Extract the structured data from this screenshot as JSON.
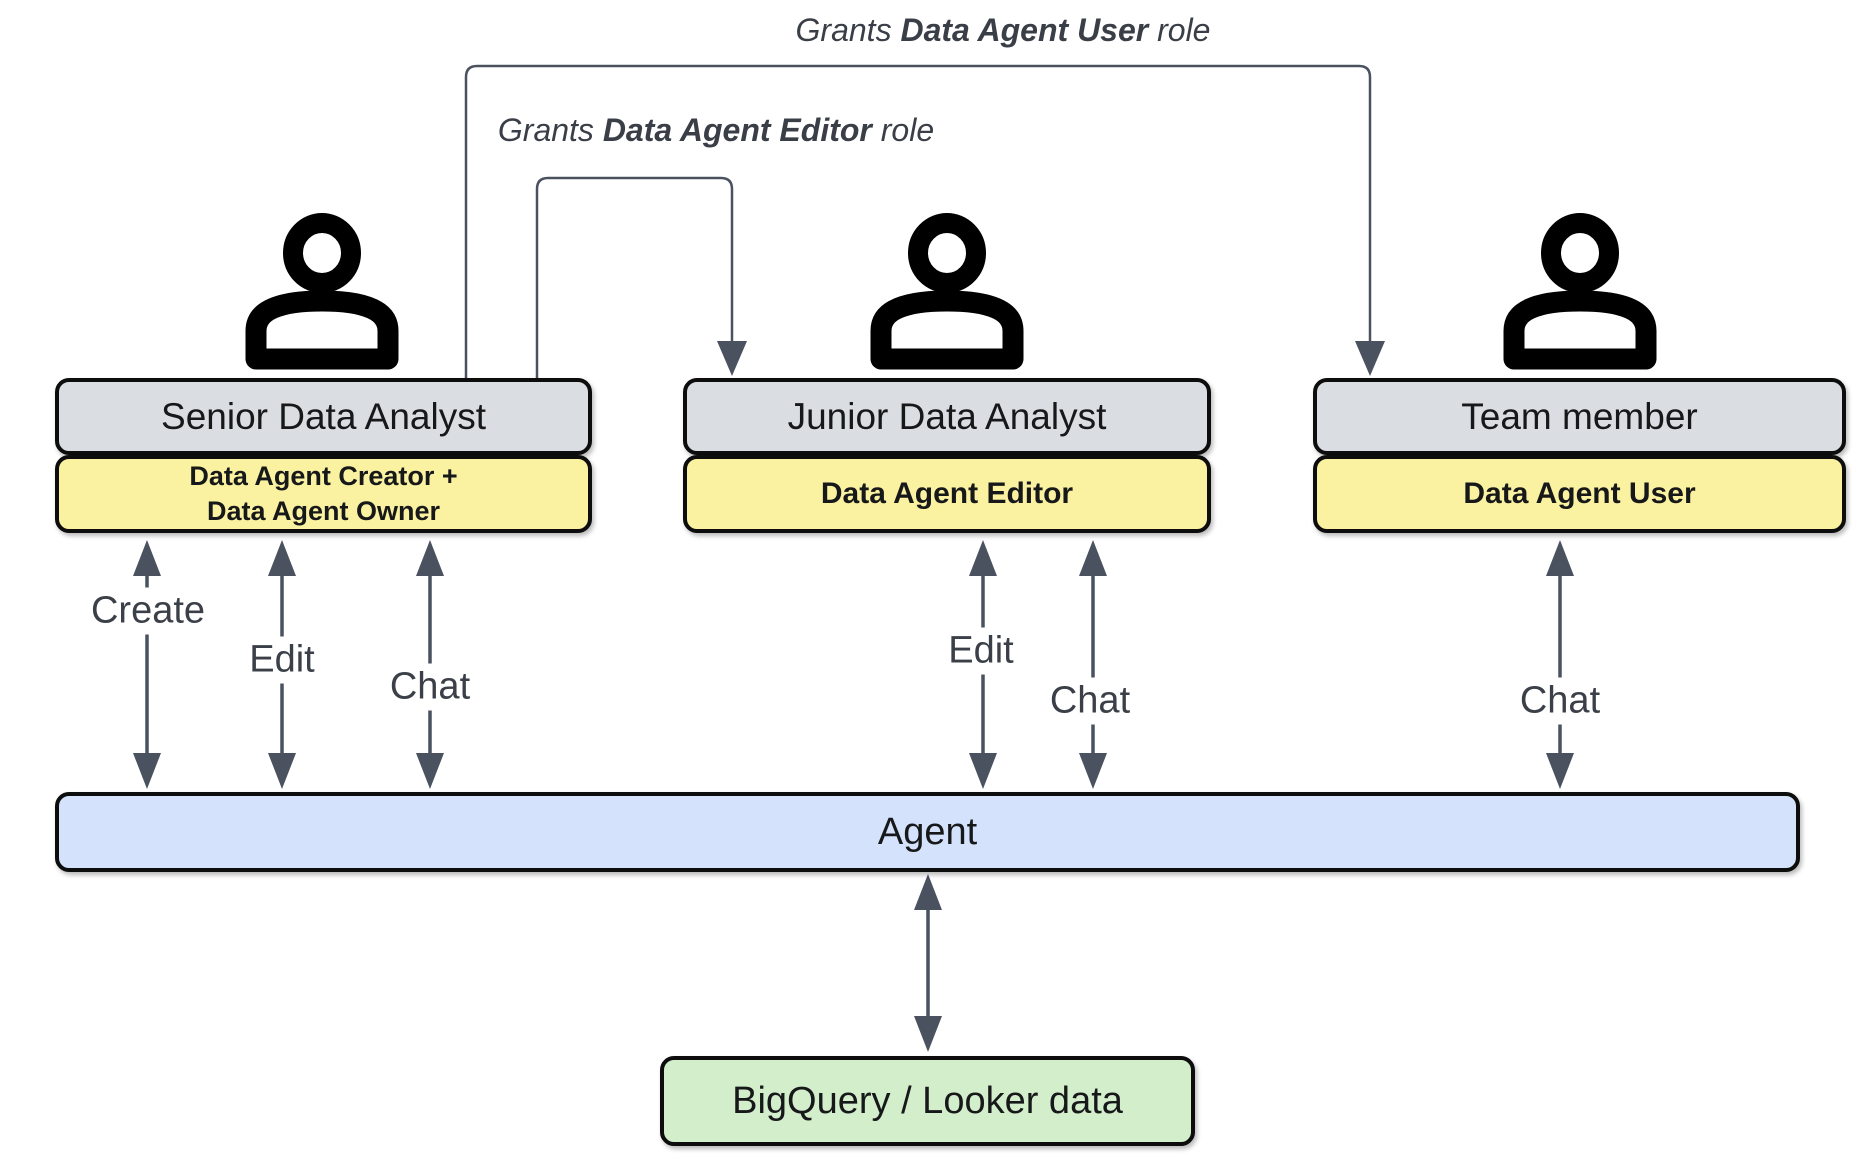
{
  "grants": [
    {
      "prefix": "Grants ",
      "bold": "Data Agent User",
      "suffix": " role"
    },
    {
      "prefix": "Grants ",
      "bold": "Data Agent Editor",
      "suffix": " role"
    }
  ],
  "actors": [
    {
      "name": "Senior Data Analyst",
      "role_line1": "Data Agent Creator +",
      "role_line2": "Data Agent Owner"
    },
    {
      "name": "Junior Data Analyst",
      "role": "Data Agent Editor"
    },
    {
      "name": "Team member",
      "role": "Data Agent User"
    }
  ],
  "actions": {
    "senior_create": "Create",
    "senior_edit": "Edit",
    "senior_chat": "Chat",
    "junior_edit": "Edit",
    "junior_chat": "Chat",
    "team_chat": "Chat"
  },
  "agent": {
    "label": "Agent"
  },
  "datastore": {
    "label": "BigQuery / Looker data"
  },
  "icons": [
    "person-icon",
    "person-icon",
    "person-icon"
  ],
  "colors": {
    "actor_box": "#dadde2",
    "role_box": "#faf2a0",
    "agent_bar": "#d4e2fb",
    "data_box": "#d2eecb",
    "connector": "#4a5260",
    "border": "#0d0d0d"
  }
}
